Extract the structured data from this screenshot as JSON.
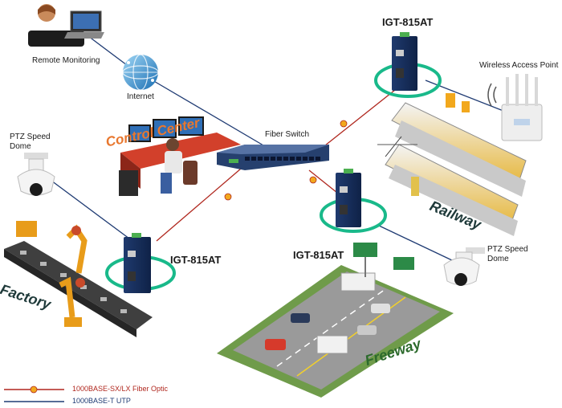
{
  "labels": {
    "remote_monitoring": "Remote Monitoring",
    "internet": "Internet",
    "control_center": "Control Center",
    "fiber_switch": "Fiber Switch",
    "igt_top": "IGT-815AT",
    "igt_middle": "IGT-815AT",
    "igt_left": "IGT-815AT",
    "wireless_ap": "Wireless Access Point",
    "ptz_left_line1": "PTZ Speed",
    "ptz_left_line2": "Dome",
    "ptz_right_line1": "PTZ Speed",
    "ptz_right_line2": "Dome",
    "factory": "Factory",
    "railway": "Railway",
    "freeway": "Freeway"
  },
  "legend": {
    "fiber": "1000BASE-SX/LX Fiber Optic",
    "utp": "1000BASE-T UTP"
  },
  "colors": {
    "fiber": "#b0271e",
    "utp": "#1f3b73",
    "ring": "#19b98a",
    "accent_orange": "#e8772e",
    "connector": "#f2a81d"
  }
}
